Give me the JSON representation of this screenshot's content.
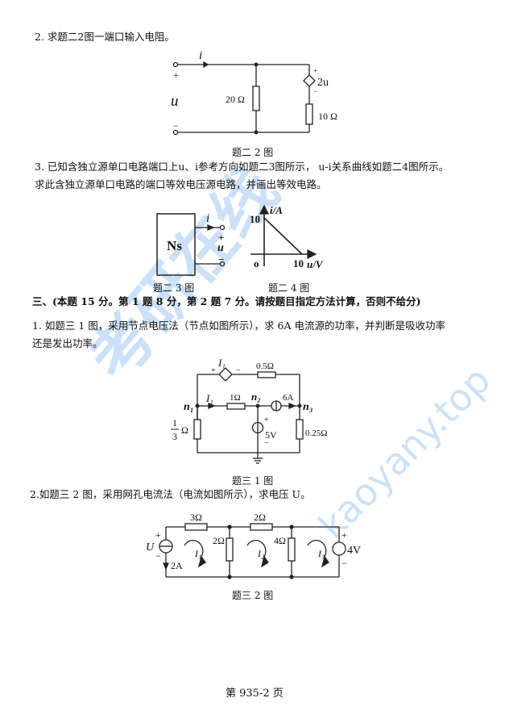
{
  "page": {
    "footer": "第 935-2 页"
  },
  "section2": {
    "q2": {
      "text": "2.  求题二2图一端口输入电阻。",
      "caption": "题二 2 图",
      "labels": {
        "i": "i",
        "plus": "+",
        "minus": "−",
        "u": "u",
        "r1": "20 Ω",
        "r2": "10 Ω",
        "dep": "2u",
        "dep_plus": "+",
        "dep_minus": "−"
      }
    },
    "q3": {
      "line1": "3. 已知含独立源单口电路端口上u、i参考方向如题二3图所示，  u-i关系曲线如题二4图所示。",
      "line2": "求此含独立源单口电路的端口等效电压源电路，并画出等效电路。",
      "caption3": "题二 3 图",
      "caption4": "题二 4 图",
      "ns": "Ns",
      "labels": {
        "i": "i",
        "plus": "+",
        "u": "u",
        "minus": "−"
      }
    }
  },
  "chart_data": {
    "type": "line",
    "title": "题二 4 图",
    "xlabel": "u/V",
    "ylabel": "i/A",
    "x": [
      0,
      10
    ],
    "values": [
      10,
      0
    ],
    "x_ticks": [
      "o",
      "10"
    ],
    "y_ticks": [
      "10"
    ],
    "grid": false
  },
  "section3": {
    "header": "三、(本题 15 分。第 1 题 8 分，第 2 题 7 分。请按题目指定方法计算，否则不给分)",
    "q1": {
      "line1": "1. 如题三 1 图，采用节点电压法（节点如图所示），求 6A 电流源的功率，并判断是吸收功率",
      "line2": "还是发出功率。",
      "caption": "题三 1 图",
      "labels": {
        "I1_top": "I₁",
        "plus": "+",
        "minus": "−",
        "r_top": "0.5Ω",
        "I1": "I₁",
        "r1": "1Ω",
        "n1": "n₁",
        "n2": "n₂",
        "n3": "n₃",
        "cs": "6A",
        "vs": "5V",
        "r_left_num": "1",
        "r_left_den": "3",
        "ohm": "Ω",
        "r_right": "0.25Ω"
      }
    },
    "q2": {
      "text": "2.如题三 2 图，采用网孔电流法（电流如图所示），求电压 U。",
      "caption": "题三 2 图",
      "labels": {
        "r_top1": "3Ω",
        "r_top2": "2Ω",
        "r_mid1": "2Ω",
        "r_mid2": "4Ω",
        "U": "U",
        "cs": "2A",
        "vs": "4V",
        "I1": "I₁",
        "I2": "I₂",
        "I3": "I₃",
        "plus": "+",
        "minus": "−"
      }
    }
  },
  "watermark": {
    "text1": "考研在线",
    "text2": "kaoyany.top"
  }
}
